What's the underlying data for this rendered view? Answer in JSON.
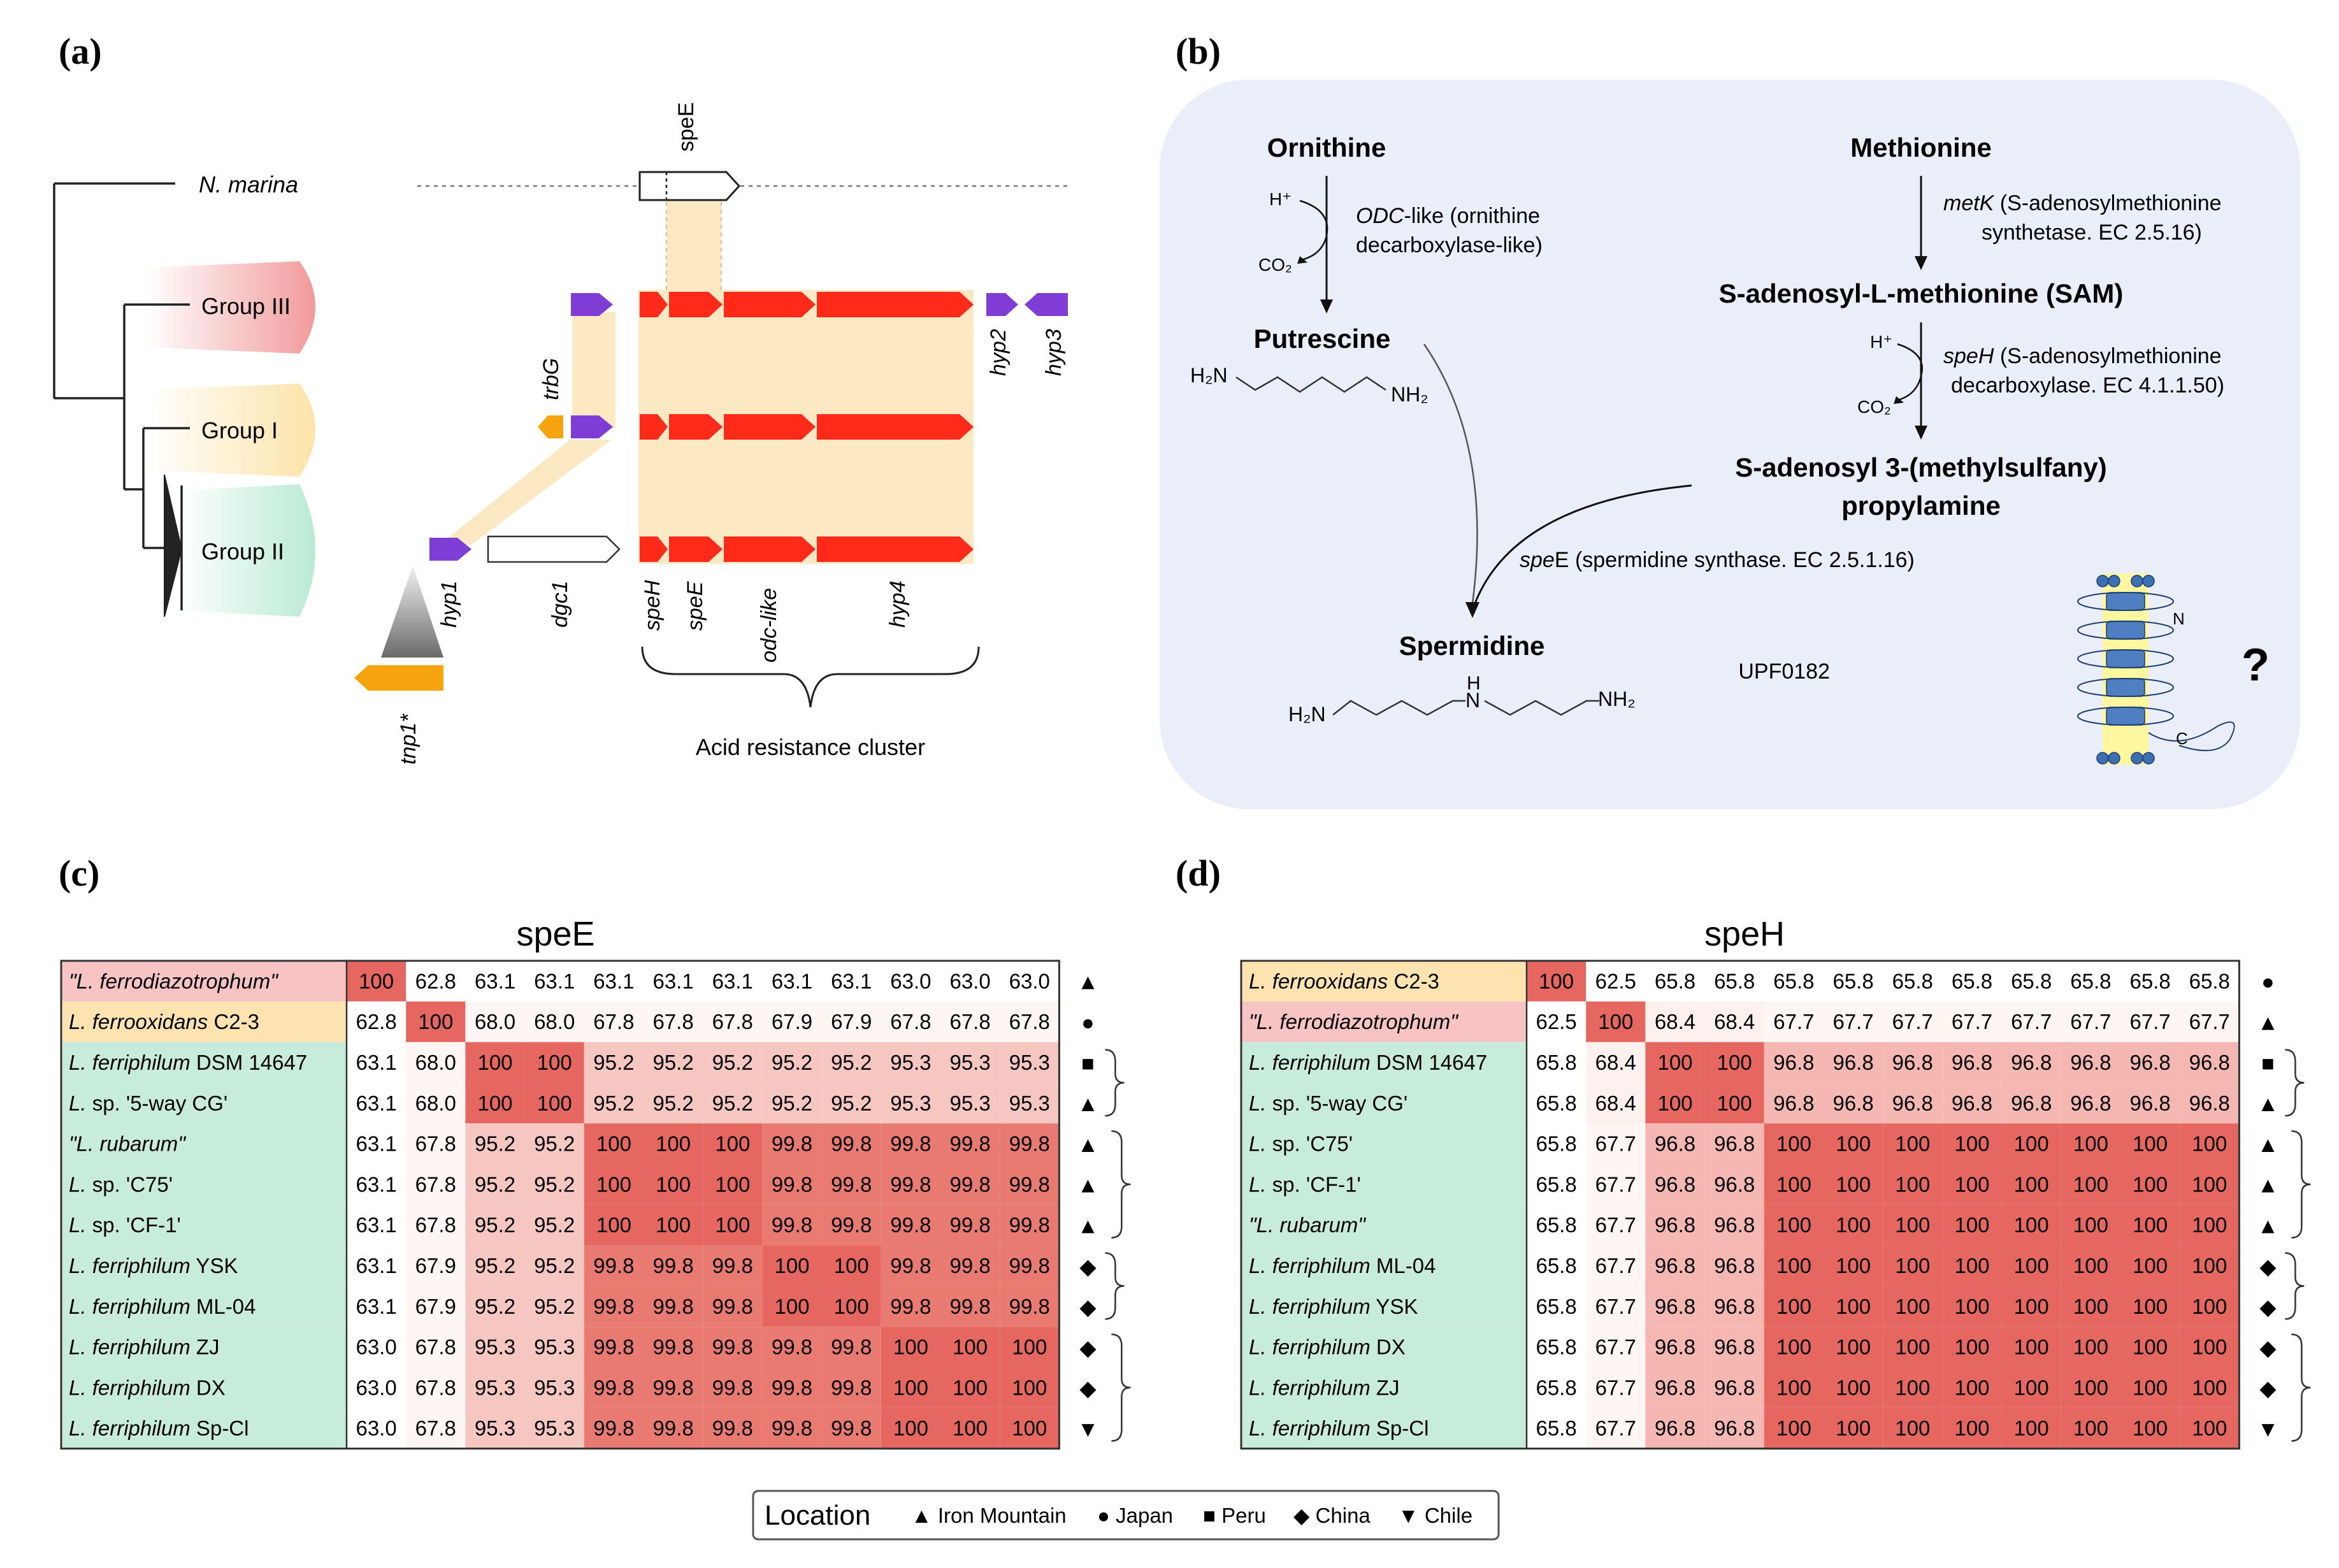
{
  "panels": {
    "a": "(a)",
    "b": "(b)",
    "c": "(c)",
    "d": "(d)"
  },
  "panel_a": {
    "taxa": {
      "nmarina": "N. marina",
      "g3": "Group III",
      "g1": "Group I",
      "g2": "Group II"
    },
    "genes": {
      "speE_top": "speE",
      "trbG": "trbG",
      "hyp2": "hyp2",
      "hyp3": "hyp3",
      "hyp1": "hyp1",
      "dgc1": "dgc1",
      "speH": "speH",
      "speE": "speE",
      "odc": "odc-like",
      "hyp4": "hyp4",
      "tnp1": "tnp1*"
    },
    "cluster_label": "Acid resistance cluster",
    "colors": {
      "red": "#ff2a1a",
      "purple": "#7f3dd6",
      "orange": "#f5a30f",
      "shade": "#fde8c4"
    }
  },
  "panel_b": {
    "ornithine": "Ornithine",
    "methionine": "Methionine",
    "putrescine": "Putrescine",
    "sam": "S-adenosyl-L-methionine (SAM)",
    "sam2_line1": "S-adenosyl 3-(methylsulfany)",
    "sam2_line2": "propylamine",
    "spermidine": "Spermidine",
    "odc_gene": "ODC",
    "odc_rest": "-like (ornithine",
    "odc_line2": "decarboxylase-like)",
    "metk_gene": "metK",
    "metk_rest": " (S-adenosylmethionine",
    "metk_line2": "synthetase. EC 2.5.16)",
    "speh_gene": "spe",
    "speh_gene2": "H",
    "speh_rest": " (S-adenosylmethionine",
    "speh_line2": "decarboxylase. EC 4.1.1.50)",
    "spee_gene": "spe",
    "spee_rest": "E (spermidine synthase. EC 2.5.1.16)",
    "hplus": "H⁺",
    "co2": "CO₂",
    "h2n": "H₂N",
    "nh2": "NH₂",
    "h": "H",
    "n": "N",
    "c": "C",
    "upf": "UPF0182",
    "question": "?",
    "bg_color": "#e9eef8"
  },
  "panel_c": {
    "title": "speE",
    "rows": [
      {
        "it": "\"L. ferrodiazotrophum\"",
        "rest": "",
        "bg": "#f7c3c3",
        "sym": "▲",
        "vals": [
          "100",
          "62.8",
          "63.1",
          "63.1",
          "63.1",
          "63.1",
          "63.1",
          "63.1",
          "63.1",
          "63.0",
          "63.0",
          "63.0"
        ]
      },
      {
        "it": "L. ferrooxidans",
        "rest": " C2-3",
        "bg": "#fde3b0",
        "sym": "●",
        "vals": [
          "62.8",
          "100",
          "68.0",
          "68.0",
          "67.8",
          "67.8",
          "67.8",
          "67.9",
          "67.9",
          "67.8",
          "67.8",
          "67.8"
        ]
      },
      {
        "it": "L. ferriphilum",
        "rest": " DSM 14647",
        "bg": "#c8ecdb",
        "sym": "■",
        "vals": [
          "63.1",
          "68.0",
          "100",
          "100",
          "95.2",
          "95.2",
          "95.2",
          "95.2",
          "95.2",
          "95.3",
          "95.3",
          "95.3"
        ]
      },
      {
        "it": "L.",
        "rest": " sp. '5-way CG'",
        "bg": "#c8ecdb",
        "sym": "▲",
        "vals": [
          "63.1",
          "68.0",
          "100",
          "100",
          "95.2",
          "95.2",
          "95.2",
          "95.2",
          "95.2",
          "95.3",
          "95.3",
          "95.3"
        ]
      },
      {
        "it": "\"L. rubarum\"",
        "rest": "",
        "bg": "#c8ecdb",
        "sym": "▲",
        "vals": [
          "63.1",
          "67.8",
          "95.2",
          "95.2",
          "100",
          "100",
          "100",
          "99.8",
          "99.8",
          "99.8",
          "99.8",
          "99.8"
        ]
      },
      {
        "it": "L.",
        "rest": " sp. 'C75'",
        "bg": "#c8ecdb",
        "sym": "▲",
        "vals": [
          "63.1",
          "67.8",
          "95.2",
          "95.2",
          "100",
          "100",
          "100",
          "99.8",
          "99.8",
          "99.8",
          "99.8",
          "99.8"
        ]
      },
      {
        "it": "L.",
        "rest": " sp. 'CF-1'",
        "bg": "#c8ecdb",
        "sym": "▲",
        "vals": [
          "63.1",
          "67.8",
          "95.2",
          "95.2",
          "100",
          "100",
          "100",
          "99.8",
          "99.8",
          "99.8",
          "99.8",
          "99.8"
        ]
      },
      {
        "it": "L. ferriphilum",
        "rest": " YSK",
        "bg": "#c8ecdb",
        "sym": "◆",
        "vals": [
          "63.1",
          "67.9",
          "95.2",
          "95.2",
          "99.8",
          "99.8",
          "99.8",
          "100",
          "100",
          "99.8",
          "99.8",
          "99.8"
        ]
      },
      {
        "it": "L. ferriphilum",
        "rest": " ML-04",
        "bg": "#c8ecdb",
        "sym": "◆",
        "vals": [
          "63.1",
          "67.9",
          "95.2",
          "95.2",
          "99.8",
          "99.8",
          "99.8",
          "100",
          "100",
          "99.8",
          "99.8",
          "99.8"
        ]
      },
      {
        "it": "L. ferriphilum",
        "rest": " ZJ",
        "bg": "#c8ecdb",
        "sym": "◆",
        "vals": [
          "63.0",
          "67.8",
          "95.3",
          "95.3",
          "99.8",
          "99.8",
          "99.8",
          "99.8",
          "99.8",
          "100",
          "100",
          "100"
        ]
      },
      {
        "it": "L. ferriphilum",
        "rest": " DX",
        "bg": "#c8ecdb",
        "sym": "◆",
        "vals": [
          "63.0",
          "67.8",
          "95.3",
          "95.3",
          "99.8",
          "99.8",
          "99.8",
          "99.8",
          "99.8",
          "100",
          "100",
          "100"
        ]
      },
      {
        "it": "L. ferriphilum",
        "rest": " Sp-Cl",
        "bg": "#c8ecdb",
        "sym": "▼",
        "vals": [
          "63.0",
          "67.8",
          "95.3",
          "95.3",
          "99.8",
          "99.8",
          "99.8",
          "99.8",
          "99.8",
          "100",
          "100",
          "100"
        ]
      }
    ]
  },
  "panel_d": {
    "title": "speH",
    "rows": [
      {
        "it": "L. ferrooxidans",
        "rest": " C2-3",
        "bg": "#fde3b0",
        "sym": "●",
        "vals": [
          "100",
          "62.5",
          "65.8",
          "65.8",
          "65.8",
          "65.8",
          "65.8",
          "65.8",
          "65.8",
          "65.8",
          "65.8",
          "65.8"
        ]
      },
      {
        "it": "\"L. ferrodiazotrophum\"",
        "rest": "",
        "bg": "#f7c3c3",
        "sym": "▲",
        "vals": [
          "62.5",
          "100",
          "68.4",
          "68.4",
          "67.7",
          "67.7",
          "67.7",
          "67.7",
          "67.7",
          "67.7",
          "67.7",
          "67.7"
        ]
      },
      {
        "it": "L. ferriphilum",
        "rest": " DSM 14647",
        "bg": "#c8ecdb",
        "sym": "■",
        "vals": [
          "65.8",
          "68.4",
          "100",
          "100",
          "96.8",
          "96.8",
          "96.8",
          "96.8",
          "96.8",
          "96.8",
          "96.8",
          "96.8"
        ]
      },
      {
        "it": "L.",
        "rest": " sp. '5-way CG'",
        "bg": "#c8ecdb",
        "sym": "▲",
        "vals": [
          "65.8",
          "68.4",
          "100",
          "100",
          "96.8",
          "96.8",
          "96.8",
          "96.8",
          "96.8",
          "96.8",
          "96.8",
          "96.8"
        ]
      },
      {
        "it": "L.",
        "rest": " sp. 'C75'",
        "bg": "#c8ecdb",
        "sym": "▲",
        "vals": [
          "65.8",
          "67.7",
          "96.8",
          "96.8",
          "100",
          "100",
          "100",
          "100",
          "100",
          "100",
          "100",
          "100"
        ]
      },
      {
        "it": "L.",
        "rest": " sp. 'CF-1'",
        "bg": "#c8ecdb",
        "sym": "▲",
        "vals": [
          "65.8",
          "67.7",
          "96.8",
          "96.8",
          "100",
          "100",
          "100",
          "100",
          "100",
          "100",
          "100",
          "100"
        ]
      },
      {
        "it": "\"L. rubarum\"",
        "rest": "",
        "bg": "#c8ecdb",
        "sym": "▲",
        "vals": [
          "65.8",
          "67.7",
          "96.8",
          "96.8",
          "100",
          "100",
          "100",
          "100",
          "100",
          "100",
          "100",
          "100"
        ]
      },
      {
        "it": "L. ferriphilum",
        "rest": " ML-04",
        "bg": "#c8ecdb",
        "sym": "◆",
        "vals": [
          "65.8",
          "67.7",
          "96.8",
          "96.8",
          "100",
          "100",
          "100",
          "100",
          "100",
          "100",
          "100",
          "100"
        ]
      },
      {
        "it": "L. ferriphilum",
        "rest": " YSK",
        "bg": "#c8ecdb",
        "sym": "◆",
        "vals": [
          "65.8",
          "67.7",
          "96.8",
          "96.8",
          "100",
          "100",
          "100",
          "100",
          "100",
          "100",
          "100",
          "100"
        ]
      },
      {
        "it": "L. ferriphilum",
        "rest": " DX",
        "bg": "#c8ecdb",
        "sym": "◆",
        "vals": [
          "65.8",
          "67.7",
          "96.8",
          "96.8",
          "100",
          "100",
          "100",
          "100",
          "100",
          "100",
          "100",
          "100"
        ]
      },
      {
        "it": "L. ferriphilum",
        "rest": " ZJ",
        "bg": "#c8ecdb",
        "sym": "◆",
        "vals": [
          "65.8",
          "67.7",
          "96.8",
          "96.8",
          "100",
          "100",
          "100",
          "100",
          "100",
          "100",
          "100",
          "100"
        ]
      },
      {
        "it": "L. ferriphilum",
        "rest": " Sp-Cl",
        "bg": "#c8ecdb",
        "sym": "▼",
        "vals": [
          "65.8",
          "67.7",
          "96.8",
          "96.8",
          "100",
          "100",
          "100",
          "100",
          "100",
          "100",
          "100",
          "100"
        ]
      }
    ]
  },
  "legend": {
    "title": "Location",
    "items": [
      {
        "sym": "▲",
        "label": "Iron Mountain"
      },
      {
        "sym": "●",
        "label": "Japan"
      },
      {
        "sym": "■",
        "label": "Peru"
      },
      {
        "sym": "◆",
        "label": "China"
      },
      {
        "sym": "▼",
        "label": "Chile"
      }
    ]
  }
}
